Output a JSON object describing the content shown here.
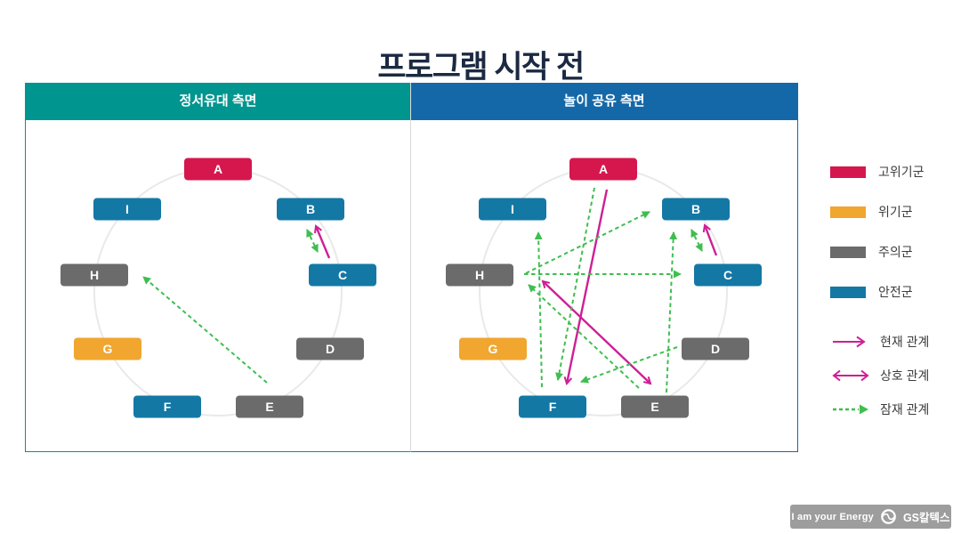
{
  "title": "프로그램 시작 전",
  "groups": {
    "high_risk": "#D5174E",
    "risk": "#F0A62F",
    "caution": "#6B6B6B",
    "safe": "#1478A5"
  },
  "nodes": [
    {
      "label": "A",
      "group": "high_risk"
    },
    {
      "label": "B",
      "group": "safe"
    },
    {
      "label": "C",
      "group": "safe"
    },
    {
      "label": "D",
      "group": "caution"
    },
    {
      "label": "E",
      "group": "caution"
    },
    {
      "label": "F",
      "group": "safe"
    },
    {
      "label": "G",
      "group": "risk"
    },
    {
      "label": "H",
      "group": "caution"
    },
    {
      "label": "I",
      "group": "safe"
    }
  ],
  "panels": [
    {
      "id": "left",
      "header": "정서유대 측면",
      "accent": "#00958E",
      "edges": [
        {
          "from": "C",
          "to": "B",
          "type": "current"
        },
        {
          "from": "B",
          "to": "C",
          "type": "potential",
          "mutual": true
        },
        {
          "from": "E",
          "to": "H",
          "type": "potential"
        }
      ]
    },
    {
      "id": "right",
      "header": "놀이 공유 측면",
      "accent": "#1568A8",
      "edges": [
        {
          "from": "C",
          "to": "B",
          "type": "current"
        },
        {
          "from": "B",
          "to": "C",
          "type": "potential",
          "mutual": true
        },
        {
          "from": "A",
          "to": "F",
          "type": "current"
        },
        {
          "from": "H",
          "to": "E",
          "type": "mutual"
        },
        {
          "from": "A",
          "to": "F",
          "type": "potential"
        },
        {
          "from": "E",
          "to": "H",
          "type": "potential"
        },
        {
          "from": "H",
          "to": "B",
          "type": "potential"
        },
        {
          "from": "H",
          "to": "C",
          "type": "potential"
        },
        {
          "from": "F",
          "to": "I",
          "type": "potential"
        },
        {
          "from": "E",
          "to": "B",
          "type": "potential"
        },
        {
          "from": "D",
          "to": "F",
          "type": "potential"
        }
      ]
    }
  ],
  "legend": {
    "groups": [
      {
        "label": "고위기군",
        "color": "#D5174E"
      },
      {
        "label": "위기군",
        "color": "#F0A62F"
      },
      {
        "label": "주의군",
        "color": "#6B6B6B"
      },
      {
        "label": "안전군",
        "color": "#1478A5"
      }
    ],
    "relations": [
      {
        "label": "현재 관계",
        "type": "current",
        "color": "#CE1F96"
      },
      {
        "label": "상호 관계",
        "type": "mutual",
        "color": "#CE1F96"
      },
      {
        "label": "잠재 관계",
        "type": "potential",
        "color": "#3FBE50"
      }
    ]
  },
  "footer": {
    "slogan": "I am your Energy",
    "brand": "GS칼텍스"
  }
}
